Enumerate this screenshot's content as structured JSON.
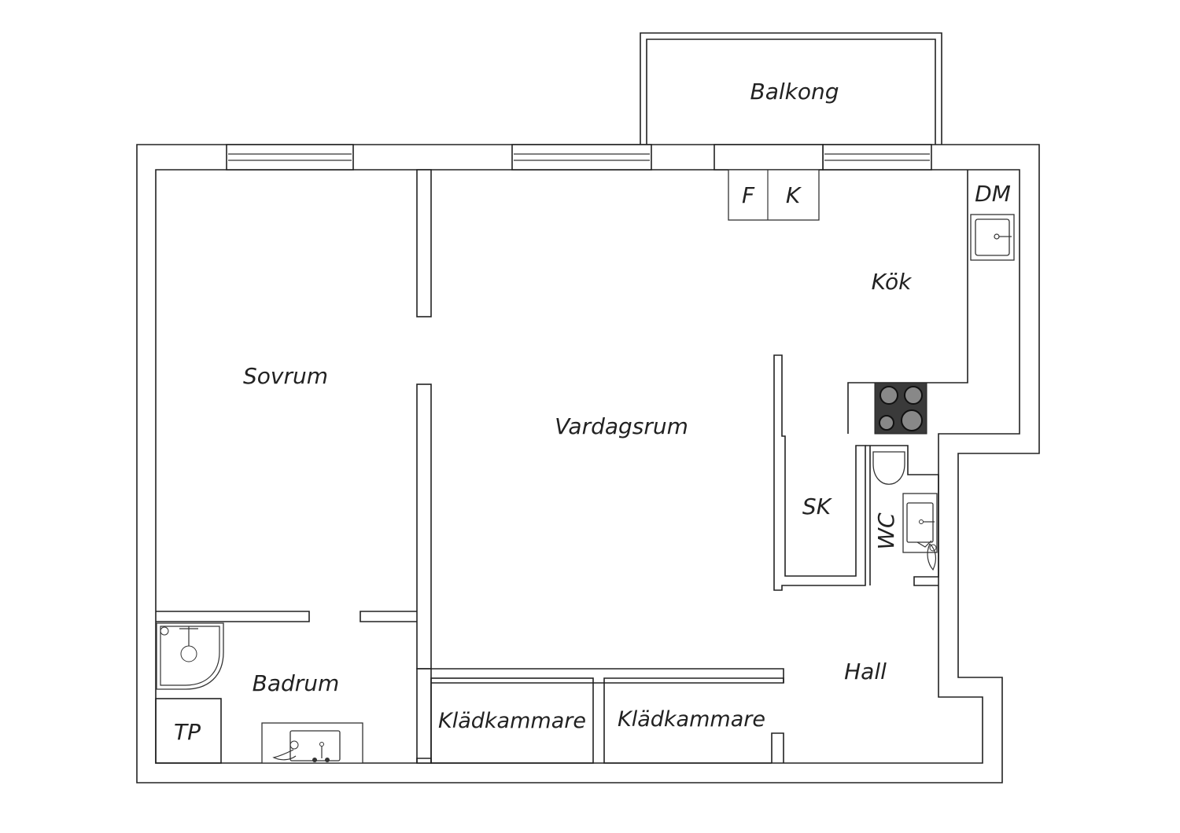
{
  "rooms": {
    "balkong": "Balkong",
    "sovrum": "Sovrum",
    "vardagsrum": "Vardagsrum",
    "kok": "Kök",
    "dm": "DM",
    "f": "F",
    "k": "K",
    "sk": "SK",
    "wc": "WC",
    "badrum": "Badrum",
    "tp": "TP",
    "kladkammare_1": "Klädkammare",
    "kladkammare_2": "Klädkammare",
    "hall": "Hall"
  },
  "colors": {
    "wall": "#222222",
    "background": "#ffffff",
    "stove": "#3a3a3a"
  }
}
